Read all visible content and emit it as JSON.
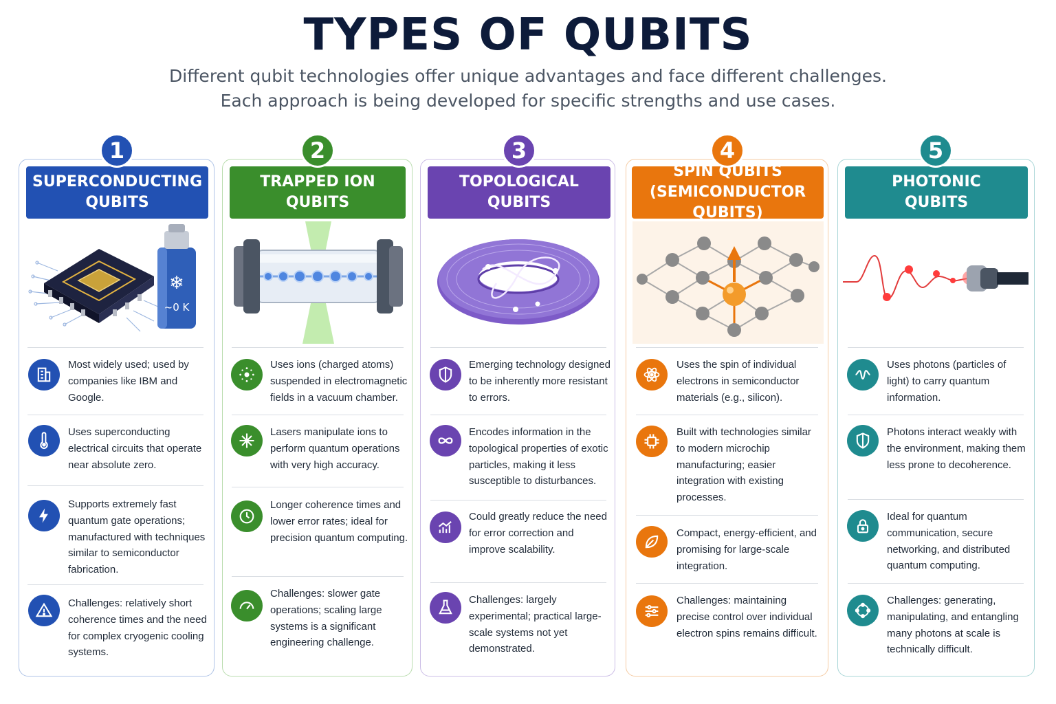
{
  "title": "TYPES OF QUBITS",
  "subtitle_line1": "Different qubit technologies offer unique advantages and face different challenges.",
  "subtitle_line2": "Each approach is being developed for specific strengths and use cases.",
  "colors": {
    "blue": "#2251b3",
    "green": "#3a8e2c",
    "purple": "#6a44b0",
    "orange": "#e9760d",
    "teal": "#1f8b8f"
  },
  "cards": [
    {
      "number": "1",
      "banner_line1": "SUPERCONDUCTING",
      "banner_line2": "QUBITS",
      "illustration_label": "~0 K",
      "items": [
        {
          "icon": "building-icon",
          "text": "Most widely used; used by companies like IBM and Google."
        },
        {
          "icon": "thermometer-icon",
          "text": "Uses superconducting electrical circuits that operate near absolute zero."
        },
        {
          "icon": "lightning-icon",
          "text": "Supports extremely fast quantum gate operations; manufactured with techniques similar to semiconductor fabrication."
        },
        {
          "icon": "warning-icon",
          "text": "Challenges: relatively short coherence times and the need for complex cryogenic cooling systems."
        }
      ]
    },
    {
      "number": "2",
      "banner_line1": "TRAPPED ION",
      "banner_line2": "QUBITS",
      "items": [
        {
          "icon": "particle-icon",
          "text": "Uses ions (charged atoms) suspended in electromagnetic fields in a vacuum chamber."
        },
        {
          "icon": "laser-icon",
          "text": "Lasers manipulate ions to perform quantum operations with very high accuracy."
        },
        {
          "icon": "clock-icon",
          "text": "Longer coherence times and lower error rates; ideal for precision quantum computing."
        },
        {
          "icon": "gauge-icon",
          "text": "Challenges: slower gate operations; scaling large systems is a significant engineering challenge."
        }
      ]
    },
    {
      "number": "3",
      "banner_line1": "TOPOLOGICAL",
      "banner_line2": "QUBITS",
      "items": [
        {
          "icon": "shield-icon",
          "text": "Emerging technology designed to be inherently more resistant to errors."
        },
        {
          "icon": "infinity-icon",
          "text": "Encodes information in the topological properties of exotic particles, making it less susceptible to disturbances."
        },
        {
          "icon": "chart-icon",
          "text": "Could greatly reduce the need for error correction and improve scalability."
        },
        {
          "icon": "flask-icon",
          "text": "Challenges: largely experimental; practical large-scale systems not yet demonstrated."
        }
      ]
    },
    {
      "number": "4",
      "banner_line1": "SPIN QUBITS",
      "banner_line2": "(SEMICONDUCTOR QUBITS)",
      "items": [
        {
          "icon": "atom-icon",
          "text": "Uses the spin of individual electrons in semiconductor materials (e.g., silicon)."
        },
        {
          "icon": "chip-icon",
          "text": "Built with technologies similar to modern microchip manufacturing; easier integration with existing processes."
        },
        {
          "icon": "leaf-icon",
          "text": "Compact, energy-efficient, and promising for large-scale integration."
        },
        {
          "icon": "sliders-icon",
          "text": "Challenges: maintaining precise control over individual electron spins remains difficult."
        }
      ]
    },
    {
      "number": "5",
      "banner_line1": "PHOTONIC",
      "banner_line2": "QUBITS",
      "items": [
        {
          "icon": "wave-icon",
          "text": "Uses photons (particles of light) to carry quantum information."
        },
        {
          "icon": "shield-check-icon",
          "text": "Photons interact weakly with the environment, making them less prone to decoherence."
        },
        {
          "icon": "lock-icon",
          "text": "Ideal for quantum communication, secure networking, and distributed quantum computing."
        },
        {
          "icon": "network-icon",
          "text": "Challenges: generating, manipulating, and entangling many photons at scale is technically difficult."
        }
      ]
    }
  ]
}
